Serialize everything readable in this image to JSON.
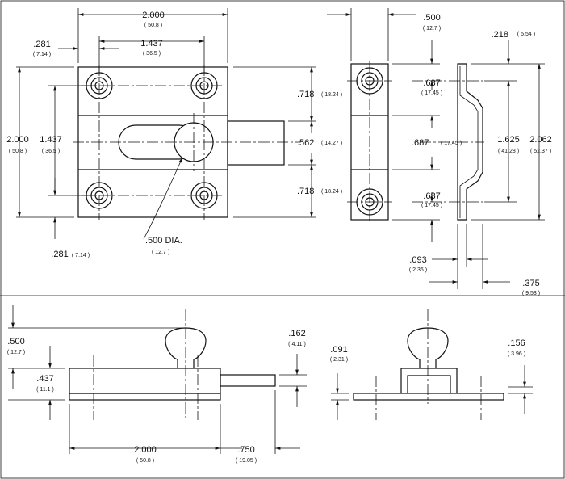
{
  "dims": {
    "top_width": {
      "value": "2.000",
      "metric": "( 50.8 )"
    },
    "hole_span_h": {
      "value": "1.437",
      "metric": "( 36.5 )"
    },
    "hole_offset_top": {
      "value": ".281",
      "metric": "( 7.14 )"
    },
    "left_height": {
      "value": "2.000",
      "metric": "( 50.8 )"
    },
    "hole_span_v": {
      "value": "1.437",
      "metric": "( 36.5 )"
    },
    "hole_offset_bottom": {
      "value": ".281",
      "metric": "( 7.14 )"
    },
    "plate_top": {
      "value": ".718",
      "metric": "( 18.24 )"
    },
    "bolt_height": {
      "value": ".562",
      "metric": "( 14.27 )"
    },
    "plate_bottom": {
      "value": ".718",
      "metric": "( 18.24 )"
    },
    "knob_dia": {
      "value": ".500 DIA.",
      "metric": "( 12.7 )"
    },
    "side_width": {
      "value": ".500",
      "metric": "( 12.7 )"
    },
    "side_hole_top": {
      "value": ".687",
      "metric": "( 17.45 )"
    },
    "side_mid": {
      "value": ".687",
      "metric": "( 17.45 )"
    },
    "side_hole_bottom": {
      "value": ".687",
      "metric": "( 17.45 )"
    },
    "strap_offset": {
      "value": ".218",
      "metric": "( 5.54 )"
    },
    "strap_hole_span": {
      "value": "1.625",
      "metric": "( 41.28 )"
    },
    "strap_height": {
      "value": "2.062",
      "metric": "( 52.37 )"
    },
    "strap_thickness": {
      "value": ".093",
      "metric": "( 2.36 )"
    },
    "strap_depth": {
      "value": ".375",
      "metric": "( 9.53 )"
    },
    "elev_knob": {
      "value": ".500",
      "metric": "( 12.7 )"
    },
    "elev_height": {
      "value": ".437",
      "metric": "( 11.1 )"
    },
    "rod_dia": {
      "value": ".162",
      "metric": "( 4.11 )"
    },
    "elev_width": {
      "value": "2.000",
      "metric": "( 50.8 )"
    },
    "rod_length": {
      "value": ".750",
      "metric": "( 19.05 )"
    },
    "base_thickness": {
      "value": ".091",
      "metric": "( 2.31 )"
    },
    "end_height": {
      "value": ".156",
      "metric": "( 3.96 )"
    }
  }
}
